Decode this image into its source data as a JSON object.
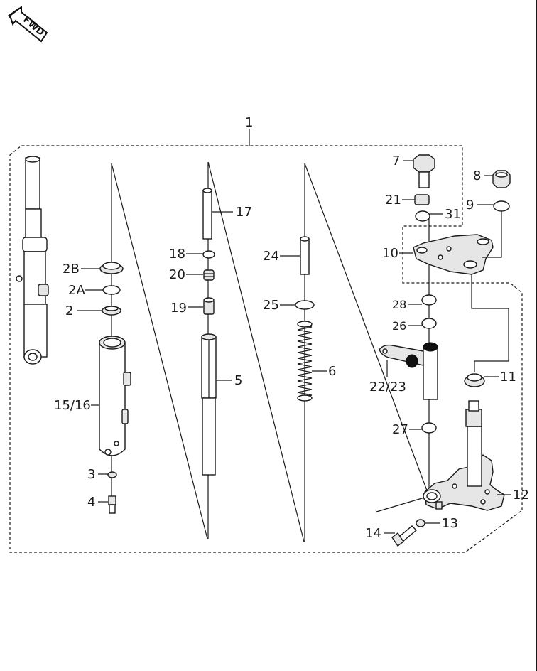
{
  "fwd_label": "FWD",
  "callouts": {
    "c1": "1",
    "c2B": "2B",
    "c2A": "2A",
    "c2": "2",
    "c1516": "15/16",
    "c3": "3",
    "c4": "4",
    "c17": "17",
    "c18": "18",
    "c20": "20",
    "c19": "19",
    "c5": "5",
    "c24": "24",
    "c25": "25",
    "c6": "6",
    "c7": "7",
    "c21": "21",
    "c31": "31",
    "c8": "8",
    "c9": "9",
    "c10": "10",
    "c28": "28",
    "c26": "26",
    "c2223": "22/23",
    "c11": "11",
    "c27": "27",
    "c12": "12",
    "c13": "13",
    "c14": "14"
  }
}
